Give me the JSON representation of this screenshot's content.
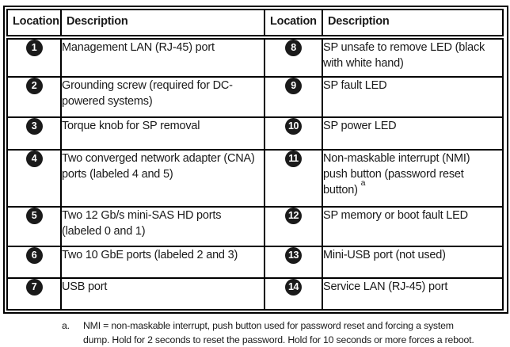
{
  "colors": {
    "border": "#000000",
    "text": "#1a1a1a",
    "callout_background": "#1a1a1a",
    "callout_number": "#ffffff",
    "page_background": "#ffffff"
  },
  "table": {
    "headers": {
      "location": "Location",
      "description": "Description"
    },
    "rows": [
      {
        "left": {
          "num": "1",
          "desc": "Management LAN (RJ-45) port"
        },
        "right": {
          "num": "8",
          "desc": "SP unsafe to remove LED (black\nwith white hand)"
        }
      },
      {
        "left": {
          "num": "2",
          "desc": "Grounding screw (required for DC-\npowered systems)"
        },
        "right": {
          "num": "9",
          "desc": "SP fault LED"
        }
      },
      {
        "left": {
          "num": "3",
          "desc": "Torque knob for SP removal"
        },
        "right": {
          "num": "10",
          "desc": "SP power LED"
        }
      },
      {
        "left": {
          "num": "4",
          "desc": "Two converged network adapter (CNA)\nports (labeled 4 and 5)"
        },
        "right": {
          "num": "11",
          "desc": "Non-maskable interrupt (NMI)\npush button (password reset\nbutton) ",
          "footnote_ref": "a"
        }
      },
      {
        "left": {
          "num": "5",
          "desc": "Two 12 Gb/s mini-SAS HD ports\n(labeled 0 and 1)"
        },
        "right": {
          "num": "12",
          "desc": "SP memory or boot fault LED"
        }
      },
      {
        "left": {
          "num": "6",
          "desc": "Two 10 GbE ports (labeled 2 and 3)"
        },
        "right": {
          "num": "13",
          "desc": "Mini-USB port (not used)"
        }
      },
      {
        "left": {
          "num": "7",
          "desc": "USB port"
        },
        "right": {
          "num": "14",
          "desc": "Service LAN (RJ-45) port"
        }
      }
    ]
  },
  "footnote": {
    "marker": "a.",
    "text": "NMI = non-maskable interrupt, push button used for password reset and forcing a system\ndump. Hold for 2 seconds to reset the password. Hold for 10 seconds or more forces a reboot."
  }
}
